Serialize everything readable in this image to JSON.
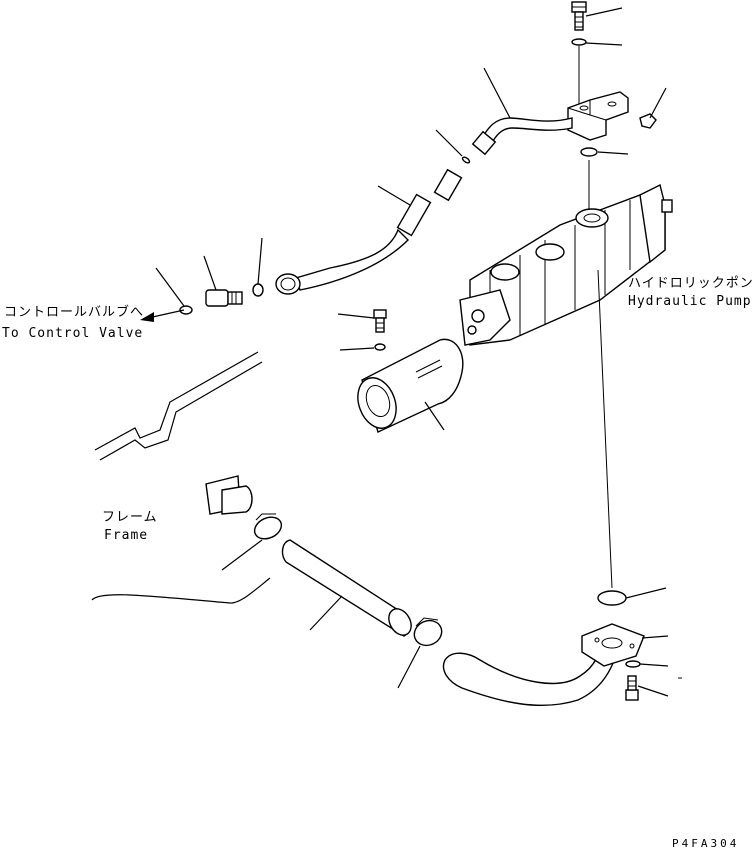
{
  "labels": {
    "control_valve_jp": "コントロールバルブへ",
    "control_valve_en": "To Control Valve",
    "pump_jp": "ハイドロリックポンプ",
    "pump_en": "Hydraulic Pump",
    "frame_jp": "フレーム",
    "frame_en": "Frame",
    "drawing_code": "P4FA304"
  }
}
